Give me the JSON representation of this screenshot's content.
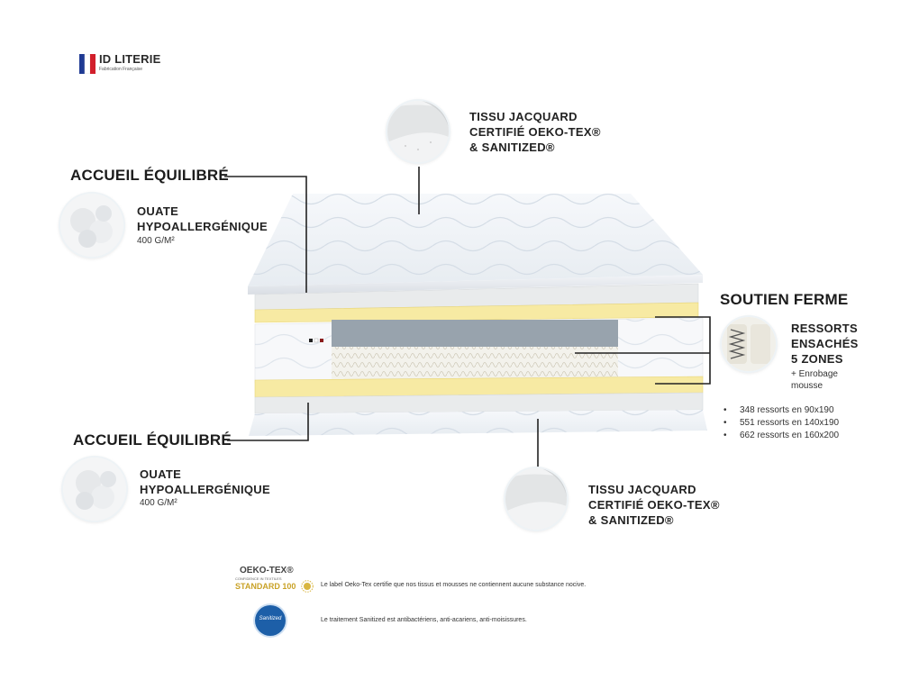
{
  "logo": {
    "name": "ID LITERIE",
    "tagline": "Fabrication Française"
  },
  "top_callout": {
    "lines": [
      "TISSU JACQUARD",
      "CERTIFIÉ OEKO-TEX®",
      "& SANITIZED®"
    ]
  },
  "comfort_top": {
    "heading": "ACCUEIL ÉQUILIBRÉ",
    "material_1": "OUATE",
    "material_2": "HYPOALLERGÉNIQUE",
    "weight": "400 G/M²"
  },
  "support": {
    "heading": "SOUTIEN FERME",
    "lines": [
      "RESSORTS",
      "ENSACHÉS",
      "5 ZONES"
    ],
    "note_1": "+ Enrobage",
    "note_2": "mousse",
    "specs": [
      "348 ressorts en 90x190",
      "551 ressorts en 140x190",
      "662 ressorts en 160x200"
    ]
  },
  "comfort_bottom": {
    "heading": "ACCUEIL ÉQUILIBRÉ",
    "material_1": "OUATE",
    "material_2": "HYPOALLERGÉNIQUE",
    "weight": "400 G/M²"
  },
  "bottom_callout": {
    "lines": [
      "TISSU JACQUARD",
      "CERTIFIÉ OEKO-TEX®",
      "& SANITIZED®"
    ]
  },
  "certifications": {
    "oeko_label": "OEKO-TEX®",
    "oeko_small": "CONFIDENCE IN TEXTILES",
    "oeko_standard": "STANDARD 100",
    "oeko_text": "Le label Oeko-Tex certifie que nos tissus et mousses ne contiennent aucune substance nocive.",
    "sanitized_badge": "Sanitized",
    "sanitized_text": "Le traitement Sanitized est antibactériens, anti-acariens, anti-moisissures."
  },
  "colors": {
    "foam_yellow": "#f7eaa3",
    "core_gray": "#98a3ad",
    "flag_blue": "#1f3a93",
    "flag_red": "#d21f2b",
    "sanitized_blue": "#1d5fa8"
  }
}
